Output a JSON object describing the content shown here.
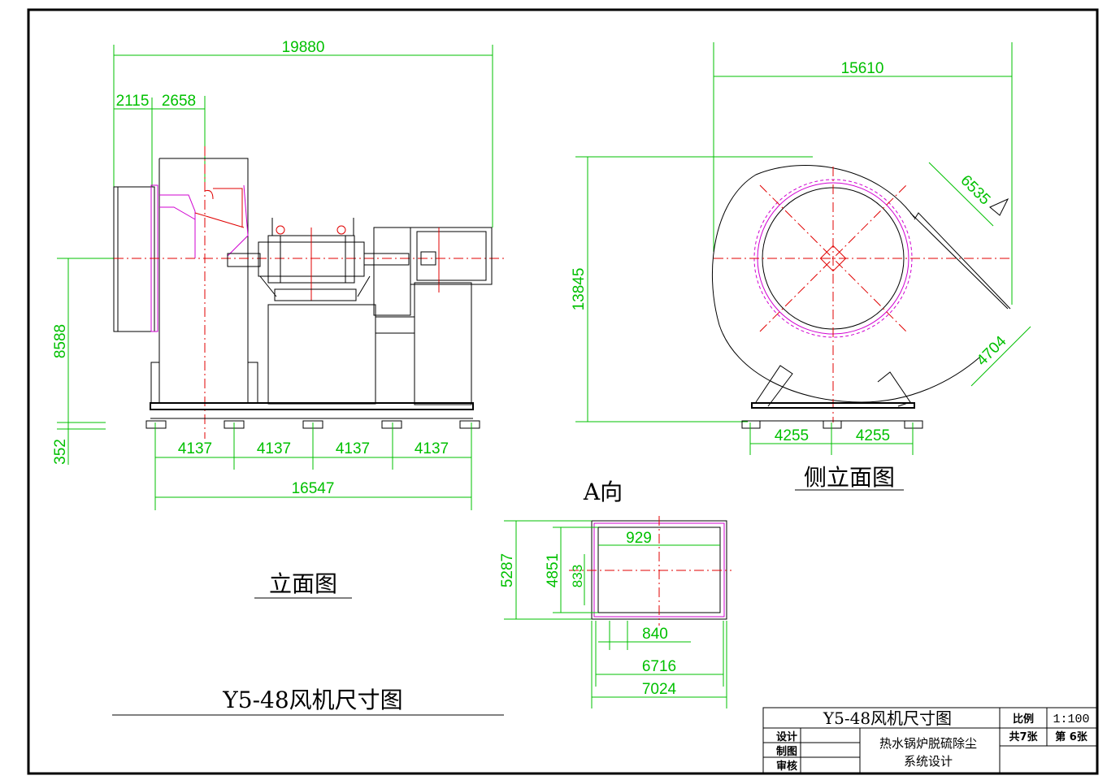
{
  "drawing": {
    "elevation_title": "立面图",
    "side_elevation_title": "侧立面图",
    "view_a_title": "A向",
    "main_title": "Y5-48风机尺寸图"
  },
  "elevation_dims": {
    "overall_width": "19880",
    "inlet_width": "2115",
    "housing_width": "2658",
    "shaft_height": "8588",
    "base_height": "352",
    "bay1": "4137",
    "bay2": "4137",
    "bay3": "4137",
    "bay4": "4137",
    "base_length": "16547"
  },
  "side_dims": {
    "overall_width": "15610",
    "overall_height": "13845",
    "outlet_upper": "6535",
    "outlet_lower": "4704",
    "base_left": "4255",
    "base_right": "4255"
  },
  "view_a_dims": {
    "inner_width": "929",
    "outer_height": "5287",
    "inner_height": "4851",
    "small_height": "833",
    "bolt_spacing": "840",
    "inner_span": "6716",
    "outer_span": "7024"
  },
  "title_block": {
    "name": "Y5-48风机尺寸图",
    "scale_label": "比例",
    "scale_value": "1:100",
    "total_sheets": "共7张",
    "sheet_number": "第 6张",
    "designer_label": "设计",
    "drafter_label": "制图",
    "reviewer_label": "审核",
    "project_line1": "热水锅炉脱硫除尘",
    "project_line2": "系统设计"
  }
}
